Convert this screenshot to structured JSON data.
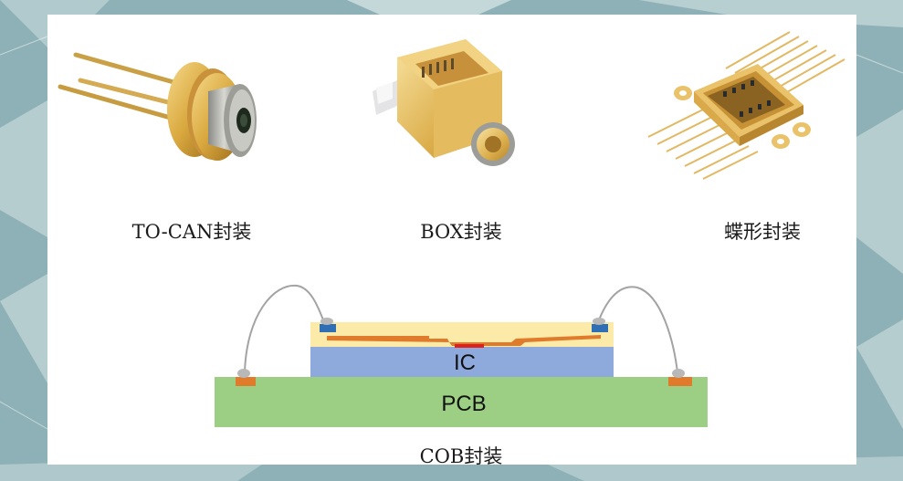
{
  "packages": [
    {
      "caption": "TO-CAN封装",
      "icon": "to-can-laser-package"
    },
    {
      "caption": "BOX封装",
      "icon": "box-laser-package"
    },
    {
      "caption": "蝶形封装",
      "icon": "butterfly-laser-package"
    }
  ],
  "cob": {
    "caption": "COB封装",
    "chip_label": "IC",
    "board_label": "PCB"
  },
  "colors": {
    "pcb": "#9ccf83",
    "chip": "#8ea9dc",
    "substrate": "#fbeaa8",
    "trace": "#e07b2c",
    "pad_blue": "#2f6fb3",
    "bond_red": "#e0201c",
    "wire": "#9a9a9a"
  }
}
